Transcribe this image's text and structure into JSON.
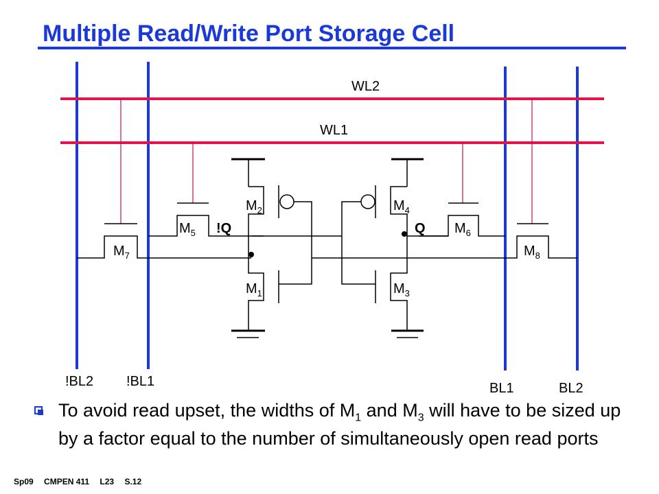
{
  "slide": {
    "title": "Multiple Read/Write Port Storage Cell",
    "accent_color": "#1a39d6",
    "wordline_color": "#e0154a"
  },
  "diagram": {
    "wordlines": [
      "WL2",
      "WL1"
    ],
    "bitlines_left": [
      "!BL2",
      "!BL1"
    ],
    "bitlines_right": [
      "BL1",
      "BL2"
    ],
    "nodes": {
      "left": "!Q",
      "right": "Q"
    },
    "transistors": [
      {
        "id": "M1",
        "base": "M",
        "sub": "1"
      },
      {
        "id": "M2",
        "base": "M",
        "sub": "2"
      },
      {
        "id": "M3",
        "base": "M",
        "sub": "3"
      },
      {
        "id": "M4",
        "base": "M",
        "sub": "4"
      },
      {
        "id": "M5",
        "base": "M",
        "sub": "5"
      },
      {
        "id": "M6",
        "base": "M",
        "sub": "6"
      },
      {
        "id": "M7",
        "base": "M",
        "sub": "7"
      },
      {
        "id": "M8",
        "base": "M",
        "sub": "8"
      }
    ]
  },
  "bullet": {
    "part1": "To avoid read upset, the widths of M",
    "sub1": "1",
    "part2": " and M",
    "sub2": "3",
    "part3": " will have to be sized up by a factor equal to the number of simultaneously open read ports"
  },
  "footer": {
    "course_term": "Sp09",
    "course": "CMPEN 411",
    "lecture": "L23",
    "slide_no": "S.12"
  }
}
